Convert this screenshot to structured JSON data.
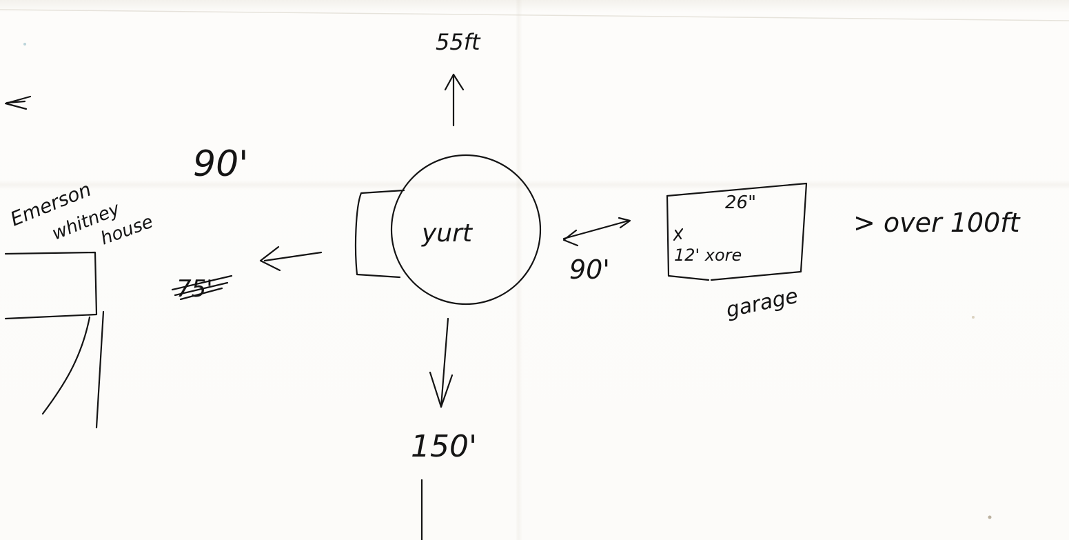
{
  "sketch": {
    "north_distance": "55ft",
    "west_distance": "90'",
    "west_crossed_out": "75'",
    "east_distance": "90'",
    "south_distance": "150'",
    "yurt_label": "yurt",
    "house_label_line1": "Emerson",
    "house_label_line2": "whitney",
    "house_label_line3": "house",
    "garage_width": "26\"",
    "garage_depth_note": "12' xore",
    "garage_label": "garage",
    "east_beyond": "> over 100ft"
  },
  "colors": {
    "ink": "#141414",
    "paper": "#fbfaf8"
  }
}
